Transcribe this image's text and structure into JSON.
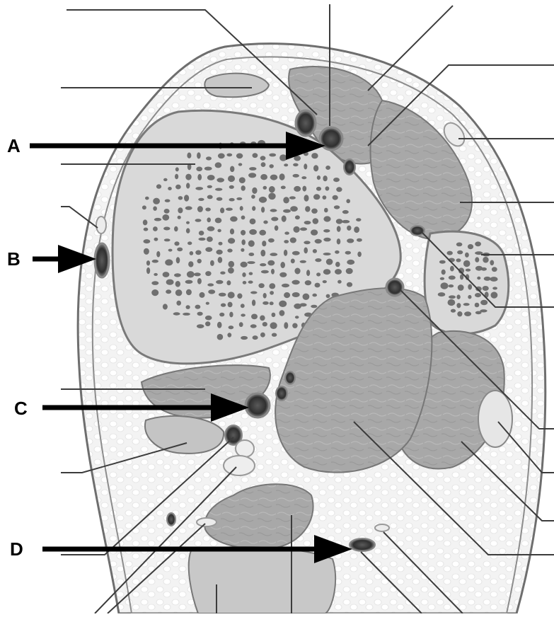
{
  "figure": {
    "arrows": [
      {
        "id": "A",
        "label": "A"
      },
      {
        "id": "B",
        "label": "B"
      },
      {
        "id": "C",
        "label": "C"
      },
      {
        "id": "D",
        "label": "D"
      }
    ]
  },
  "colors": {
    "background": "#ffffff",
    "skin_outline": "#6e6e6e",
    "fat": "#f1f1f1",
    "fascia": "#e4e4e4",
    "muscle": "#a9a9a9",
    "muscle_dark": "#8f8f8f",
    "bone_cortex": "#d6d6d6",
    "bone_marrow_pore": "#6f6f6f",
    "vessel": "#3a3a3a",
    "nerve": "#e9e9e9",
    "leader_line": "#3c3c3c",
    "arrow": "#000000"
  }
}
